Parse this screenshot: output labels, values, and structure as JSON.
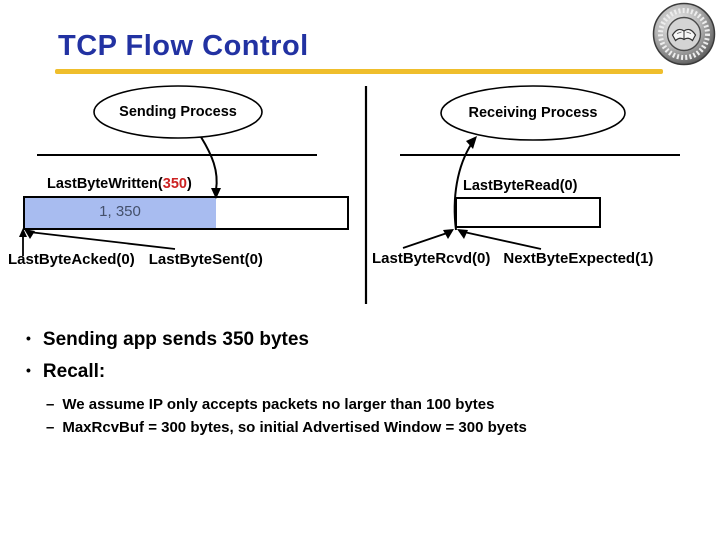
{
  "slide": {
    "title": "TCP Flow Control"
  },
  "colors": {
    "title": "#2232A2",
    "rule": "#EFBE2C",
    "highlight": "#CC2222",
    "buffer-fill": "#A8BCF0",
    "buffer-text": "#44506B",
    "line": "#000000"
  },
  "icons": {
    "logo": "university-seal-icon"
  },
  "diagram": {
    "sender": {
      "process": "Sending Process",
      "written": {
        "prefix": "LastByteWritten(",
        "value": "350",
        "suffix": ")"
      },
      "buffer_segment": "1, 350",
      "acked": "LastByteAcked(0)",
      "sent": "LastByteSent(0)"
    },
    "receiver": {
      "process": "Receiving Process",
      "read": "LastByteRead(0)",
      "rcvd": "LastByteRcvd(0)",
      "expected": "NextByteExpected(1)"
    }
  },
  "bullets": {
    "glyph": "•",
    "dash": "–",
    "items": [
      "Sending app sends 350 bytes",
      "Recall:"
    ],
    "sub_items": [
      "We assume IP only accepts packets no larger than 100 bytes",
      "MaxRcvBuf = 300 bytes, so initial Advertised Window = 300 byets"
    ]
  }
}
